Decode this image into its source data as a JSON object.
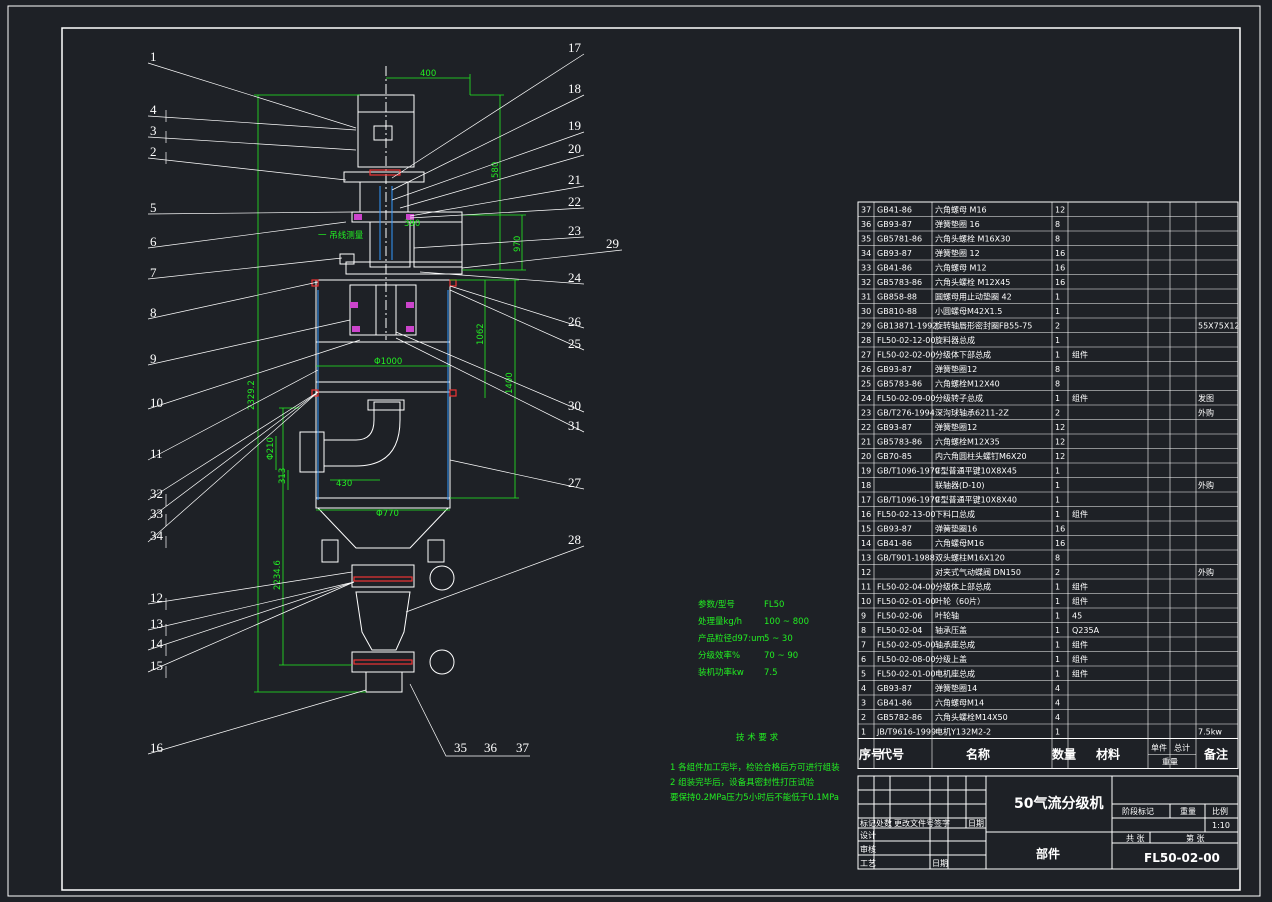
{
  "balloons_left": [
    "1",
    "4",
    "3",
    "2",
    "5",
    "6",
    "7",
    "8",
    "9",
    "10",
    "11",
    "32",
    "33",
    "34",
    "12",
    "13",
    "14",
    "15",
    "16"
  ],
  "balloons_right": [
    "17",
    "18",
    "19",
    "20",
    "21",
    "22",
    "23",
    "29",
    "24",
    "26",
    "25",
    "30",
    "31",
    "27",
    "28"
  ],
  "balloons_bottom": [
    "35",
    "36",
    "37"
  ],
  "dimensions": {
    "top_width": "400",
    "left_height": "2329.2",
    "lower_height": "2234.6",
    "mid_right_1": "970",
    "mid_right_2": "390",
    "right_a": "580",
    "right_b": "1062",
    "right_c": "1400",
    "body_width": "Φ1000",
    "cone_width": "Φ770",
    "inlet_h1": "Φ210",
    "inlet_h2": "313",
    "inlet_w": "430",
    "top_note": "一 吊线测量"
  },
  "parameters": {
    "rows": [
      {
        "k": "参数/型号",
        "v": "FL50"
      },
      {
        "k": "处理量kg/h",
        "v": "100 ~ 800"
      },
      {
        "k": "产品粒径d97:um",
        "v": "5 ~ 30"
      },
      {
        "k": "分级效率%",
        "v": "70 ~ 90"
      },
      {
        "k": "装机功率kw",
        "v": "7.5"
      }
    ]
  },
  "tech": {
    "title": "技 术 要 求",
    "lines": [
      "1 各组件加工完毕，检验合格后方可进行组装",
      "2 组装完毕后，设备具密封性打压试验",
      "要保持0.2MPa压力5小时后不能低于0.1MPa"
    ]
  },
  "bom": {
    "rows": [
      {
        "no": "37",
        "code": "GB41-86",
        "name": "六角螺母 M16",
        "qty": "12",
        "mat": "",
        "note": ""
      },
      {
        "no": "36",
        "code": "GB93-87",
        "name": "弹簧垫圈 16",
        "qty": "8",
        "mat": "",
        "note": ""
      },
      {
        "no": "35",
        "code": "GB5781-86",
        "name": "六角头螺栓 M16X30",
        "qty": "8",
        "mat": "",
        "note": ""
      },
      {
        "no": "34",
        "code": "GB93-87",
        "name": "弹簧垫圈 12",
        "qty": "16",
        "mat": "",
        "note": ""
      },
      {
        "no": "33",
        "code": "GB41-86",
        "name": "六角螺母 M12",
        "qty": "16",
        "mat": "",
        "note": ""
      },
      {
        "no": "32",
        "code": "GB5783-86",
        "name": "六角头螺栓 M12X45",
        "qty": "16",
        "mat": "",
        "note": ""
      },
      {
        "no": "31",
        "code": "GB858-88",
        "name": "圆螺母用止动垫圈 42",
        "qty": "1",
        "mat": "",
        "note": ""
      },
      {
        "no": "30",
        "code": "GB810-88",
        "name": "小圆螺母M42X1.5",
        "qty": "1",
        "mat": "",
        "note": ""
      },
      {
        "no": "29",
        "code": "GB13871-1992",
        "name": "旋转轴唇形密封圈FB55-75",
        "qty": "2",
        "mat": "",
        "note": "55X75X12"
      },
      {
        "no": "28",
        "code": "FL50-02-12-00",
        "name": "旋料器总成",
        "qty": "1",
        "mat": "",
        "note": ""
      },
      {
        "no": "27",
        "code": "FL50-02-02-00",
        "name": "分级体下部总成",
        "qty": "1",
        "mat": "组件",
        "note": ""
      },
      {
        "no": "26",
        "code": "GB93-87",
        "name": "弹簧垫圈12",
        "qty": "8",
        "mat": "",
        "note": ""
      },
      {
        "no": "25",
        "code": "GB5783-86",
        "name": "六角螺栓M12X40",
        "qty": "8",
        "mat": "",
        "note": ""
      },
      {
        "no": "24",
        "code": "FL50-02-09-00",
        "name": "分级转子总成",
        "qty": "1",
        "mat": "组件",
        "note": "发图"
      },
      {
        "no": "23",
        "code": "GB/T276-1994",
        "name": "深沟球轴承6211-2Z",
        "qty": "2",
        "mat": "",
        "note": "外购"
      },
      {
        "no": "22",
        "code": "GB93-87",
        "name": "弹簧垫圈12",
        "qty": "12",
        "mat": "",
        "note": ""
      },
      {
        "no": "21",
        "code": "GB5783-86",
        "name": "六角螺栓M12X35",
        "qty": "12",
        "mat": "",
        "note": ""
      },
      {
        "no": "20",
        "code": "GB70-85",
        "name": "内六角圆柱头螺钉M6X20",
        "qty": "12",
        "mat": "",
        "note": ""
      },
      {
        "no": "19",
        "code": "GB/T1096-1979",
        "name": "C型普通平键10X8X45",
        "qty": "1",
        "mat": "",
        "note": ""
      },
      {
        "no": "18",
        "code": "",
        "name": "联轴器(D-10)",
        "qty": "1",
        "mat": "",
        "note": "外购"
      },
      {
        "no": "17",
        "code": "GB/T1096-1979",
        "name": "C型普通平键10X8X40",
        "qty": "1",
        "mat": "",
        "note": ""
      },
      {
        "no": "16",
        "code": "FL50-02-13-00",
        "name": "下料口总成",
        "qty": "1",
        "mat": "组件",
        "note": ""
      },
      {
        "no": "15",
        "code": "GB93-87",
        "name": "弹簧垫圈16",
        "qty": "16",
        "mat": "",
        "note": ""
      },
      {
        "no": "14",
        "code": "GB41-86",
        "name": "六角螺母M16",
        "qty": "16",
        "mat": "",
        "note": ""
      },
      {
        "no": "13",
        "code": "GB/T901-1988",
        "name": "双头螺柱M16X120",
        "qty": "8",
        "mat": "",
        "note": ""
      },
      {
        "no": "12",
        "code": "",
        "name": "对夹式气动蝶阀 DN150",
        "qty": "2",
        "mat": "",
        "note": "外购"
      },
      {
        "no": "11",
        "code": "FL50-02-04-00",
        "name": "分级体上部总成",
        "qty": "1",
        "mat": "组件",
        "note": ""
      },
      {
        "no": "10",
        "code": "FL50-02-01-00",
        "name": "叶轮（60片）",
        "qty": "1",
        "mat": "组件",
        "note": ""
      },
      {
        "no": "9",
        "code": "FL50-02-06",
        "name": "叶轮轴",
        "qty": "1",
        "mat": "45",
        "note": ""
      },
      {
        "no": "8",
        "code": "FL50-02-04",
        "name": "轴承压盖",
        "qty": "1",
        "mat": "Q235A",
        "note": ""
      },
      {
        "no": "7",
        "code": "FL50-02-05-00",
        "name": "轴承座总成",
        "qty": "1",
        "mat": "组件",
        "note": ""
      },
      {
        "no": "6",
        "code": "FL50-02-08-00",
        "name": "分级上盖",
        "qty": "1",
        "mat": "组件",
        "note": ""
      },
      {
        "no": "5",
        "code": "FL50-02-01-00",
        "name": "电机座总成",
        "qty": "1",
        "mat": "组件",
        "note": ""
      },
      {
        "no": "4",
        "code": "GB93-87",
        "name": "弹簧垫圈14",
        "qty": "4",
        "mat": "",
        "note": ""
      },
      {
        "no": "3",
        "code": "GB41-86",
        "name": "六角螺母M14",
        "qty": "4",
        "mat": "",
        "note": ""
      },
      {
        "no": "2",
        "code": "GB5782-86",
        "name": "六角头螺栓M14X50",
        "qty": "4",
        "mat": "",
        "note": ""
      },
      {
        "no": "1",
        "code": "JB/T9616-1999",
        "name": "电机Y132M2-2",
        "qty": "1",
        "mat": "",
        "note": "7.5kw"
      }
    ],
    "headers": {
      "no": "序号",
      "code": "代号",
      "name": "名称",
      "qty": "数量",
      "mat": "材料",
      "single": "单件",
      "total": "总计",
      "weight": "重量",
      "note": "备注"
    }
  },
  "titleblock": {
    "name": "50气流分级机",
    "sub": "部件",
    "drawing_no": "FL50-02-00",
    "scale": "1:10",
    "sm_labels": [
      "标记",
      "处数",
      "更改文件号",
      "签字",
      "日期",
      "设计",
      "审核",
      "工艺",
      "日期"
    ],
    "stage": [
      "阶段标记",
      "重量",
      "比例"
    ],
    "sheets": [
      "共  张",
      "第  张"
    ]
  },
  "colors": {
    "background": "#1e2126",
    "line": "#ffffff",
    "dimension": "#22ee22",
    "hidden": "#3399ff",
    "accent": "#cc44cc"
  }
}
